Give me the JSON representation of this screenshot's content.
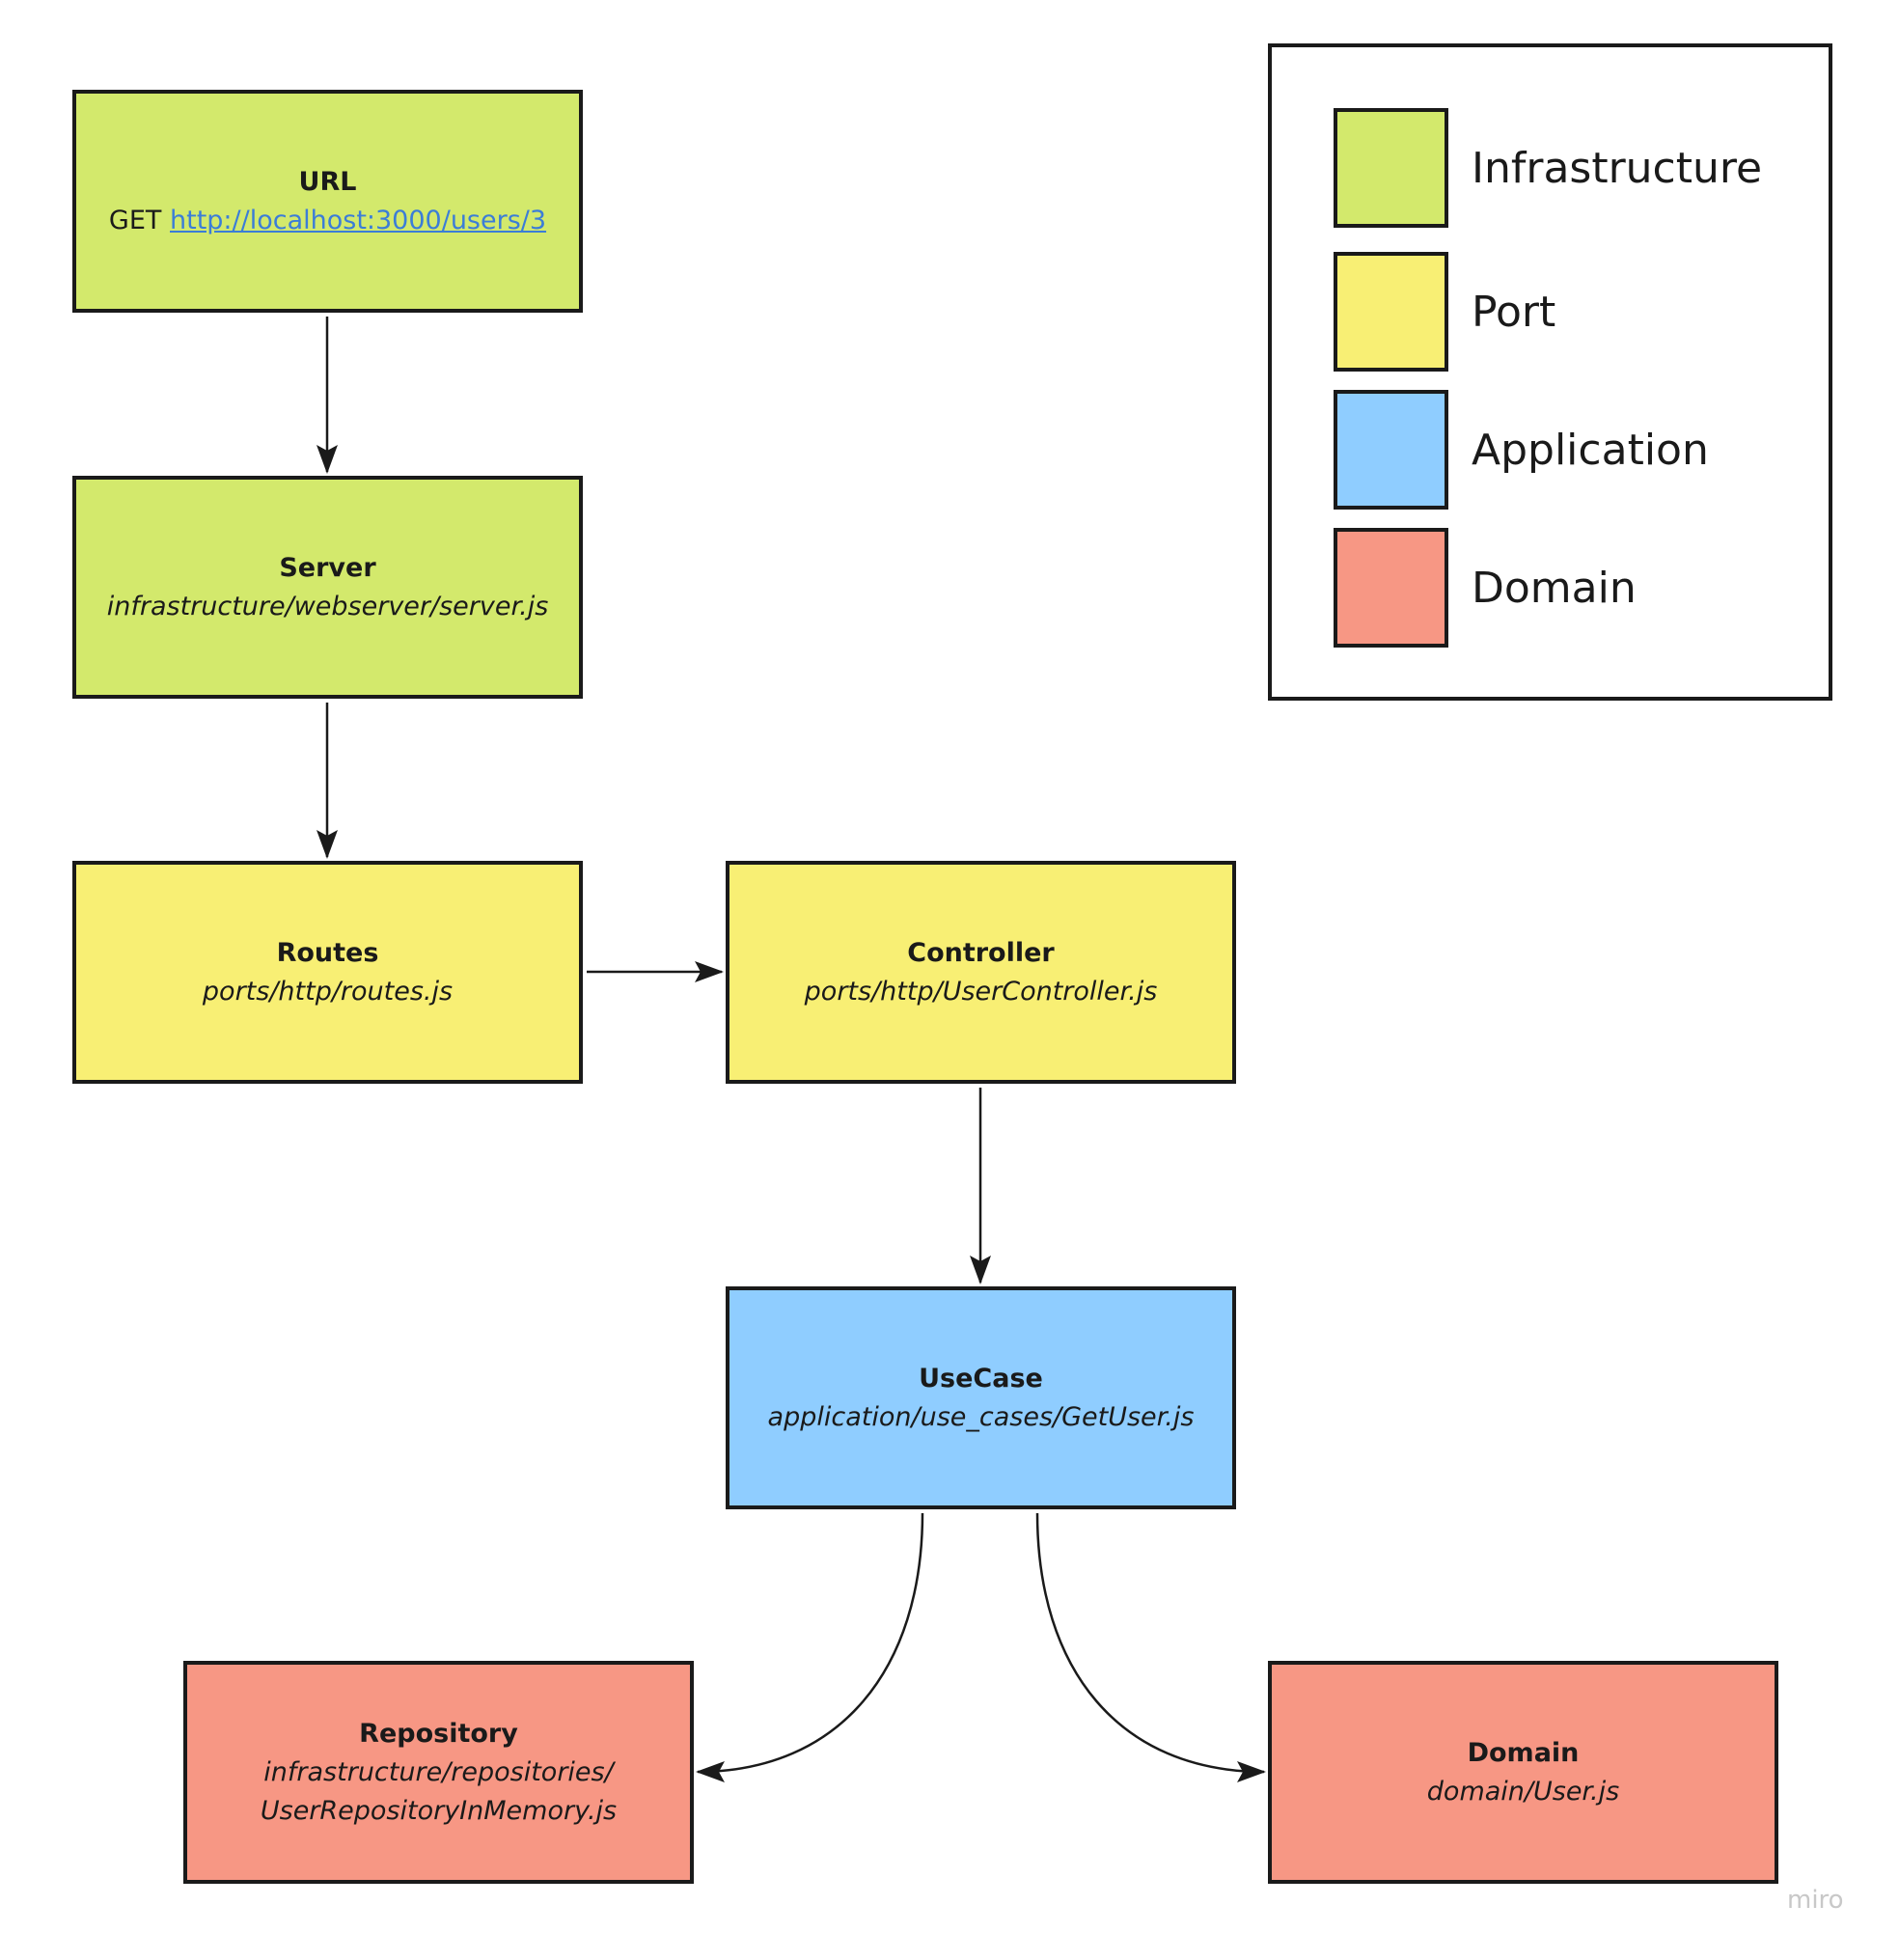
{
  "nodes": {
    "url": {
      "title": "URL",
      "method": "GET",
      "link": "http://localhost:3000/users/3",
      "color": "#d3e96c"
    },
    "server": {
      "title": "Server",
      "path": "infrastructure/webserver/server.js",
      "color": "#d3e96c"
    },
    "routes": {
      "title": "Routes",
      "path": "ports/http/routes.js",
      "color": "#f8ef74"
    },
    "controller": {
      "title": "Controller",
      "path": "ports/http/UserController.js",
      "color": "#f8ef74"
    },
    "usecase": {
      "title": "UseCase",
      "path": "application/use_cases/GetUser.js",
      "color": "#8fcdff"
    },
    "repository": {
      "title": "Repository",
      "path_line1": "infrastructure/repositories/",
      "path_line2": "UserRepositoryInMemory.js",
      "color": "#f79784"
    },
    "domain": {
      "title": "Domain",
      "path": "domain/User.js",
      "color": "#f79784"
    }
  },
  "edges": [
    {
      "from": "URL",
      "to": "Server"
    },
    {
      "from": "Server",
      "to": "Routes"
    },
    {
      "from": "Routes",
      "to": "Controller"
    },
    {
      "from": "Controller",
      "to": "UseCase"
    },
    {
      "from": "UseCase",
      "to": "Repository"
    },
    {
      "from": "UseCase",
      "to": "Domain"
    }
  ],
  "legend": {
    "items": [
      {
        "label": "Infrastructure",
        "color": "#d3e96c"
      },
      {
        "label": "Port",
        "color": "#f8ef74"
      },
      {
        "label": "Application",
        "color": "#8fcdff"
      },
      {
        "label": "Domain",
        "color": "#f79784"
      }
    ]
  },
  "watermark": "miro"
}
